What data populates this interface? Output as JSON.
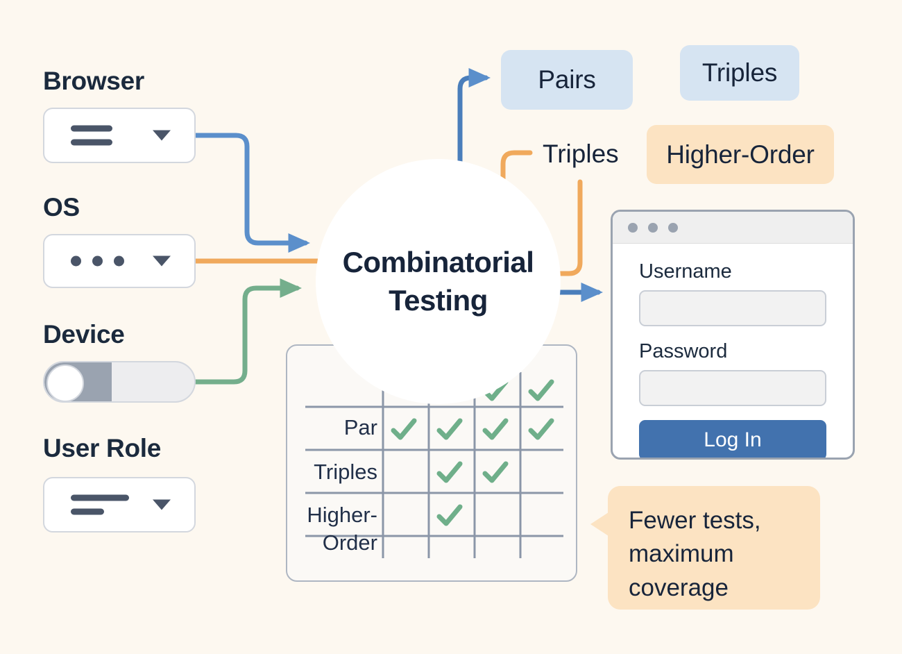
{
  "background_color": "#FDF8F0",
  "colors": {
    "blue_connector": "#5B8FCB",
    "orange_connector": "#F0A95C",
    "green_connector": "#74AE8C",
    "check_green": "#6FAF8A",
    "pill_blue": "#D6E4F2",
    "pill_peach": "#FCE3C2",
    "text_dark": "#17243A",
    "button_blue": "#4272AE"
  },
  "hub": {
    "title": "Combinatorial\nTesting"
  },
  "parameters": [
    {
      "label": "Browser",
      "control": "dropdown-lines",
      "icon": "chevron-down-icon"
    },
    {
      "label": "OS",
      "control": "dropdown-dots",
      "icon": "chevron-down-icon"
    },
    {
      "label": "Device",
      "control": "toggle-switch",
      "icon": "toggle-knob-icon"
    },
    {
      "label": "User Role",
      "control": "dropdown-lines",
      "icon": "chevron-down-icon"
    }
  ],
  "outputs": {
    "pill_pairs": "Pairs",
    "pill_triples": "Triples",
    "pill_higher_order": "Higher-Order",
    "label_triples": "Triples"
  },
  "matrix": {
    "row_labels": [
      "Par",
      "Triples",
      "Higher-\nOrder"
    ],
    "columns": 4,
    "rows": 5,
    "checks": [
      {
        "row": 0,
        "col": 2
      },
      {
        "row": 0,
        "col": 3
      },
      {
        "row": 1,
        "col": 0
      },
      {
        "row": 1,
        "col": 1
      },
      {
        "row": 1,
        "col": 2
      },
      {
        "row": 1,
        "col": 3
      },
      {
        "row": 2,
        "col": 1
      },
      {
        "row": 2,
        "col": 2
      },
      {
        "row": 3,
        "col": 1
      }
    ]
  },
  "login_mock": {
    "username_label": "Username",
    "username_value": "",
    "password_label": "Password",
    "password_value": "",
    "submit_label": "Log In",
    "window_dots": 3
  },
  "callout": {
    "text": "Fewer tests,\nmaximum\ncoverage"
  }
}
